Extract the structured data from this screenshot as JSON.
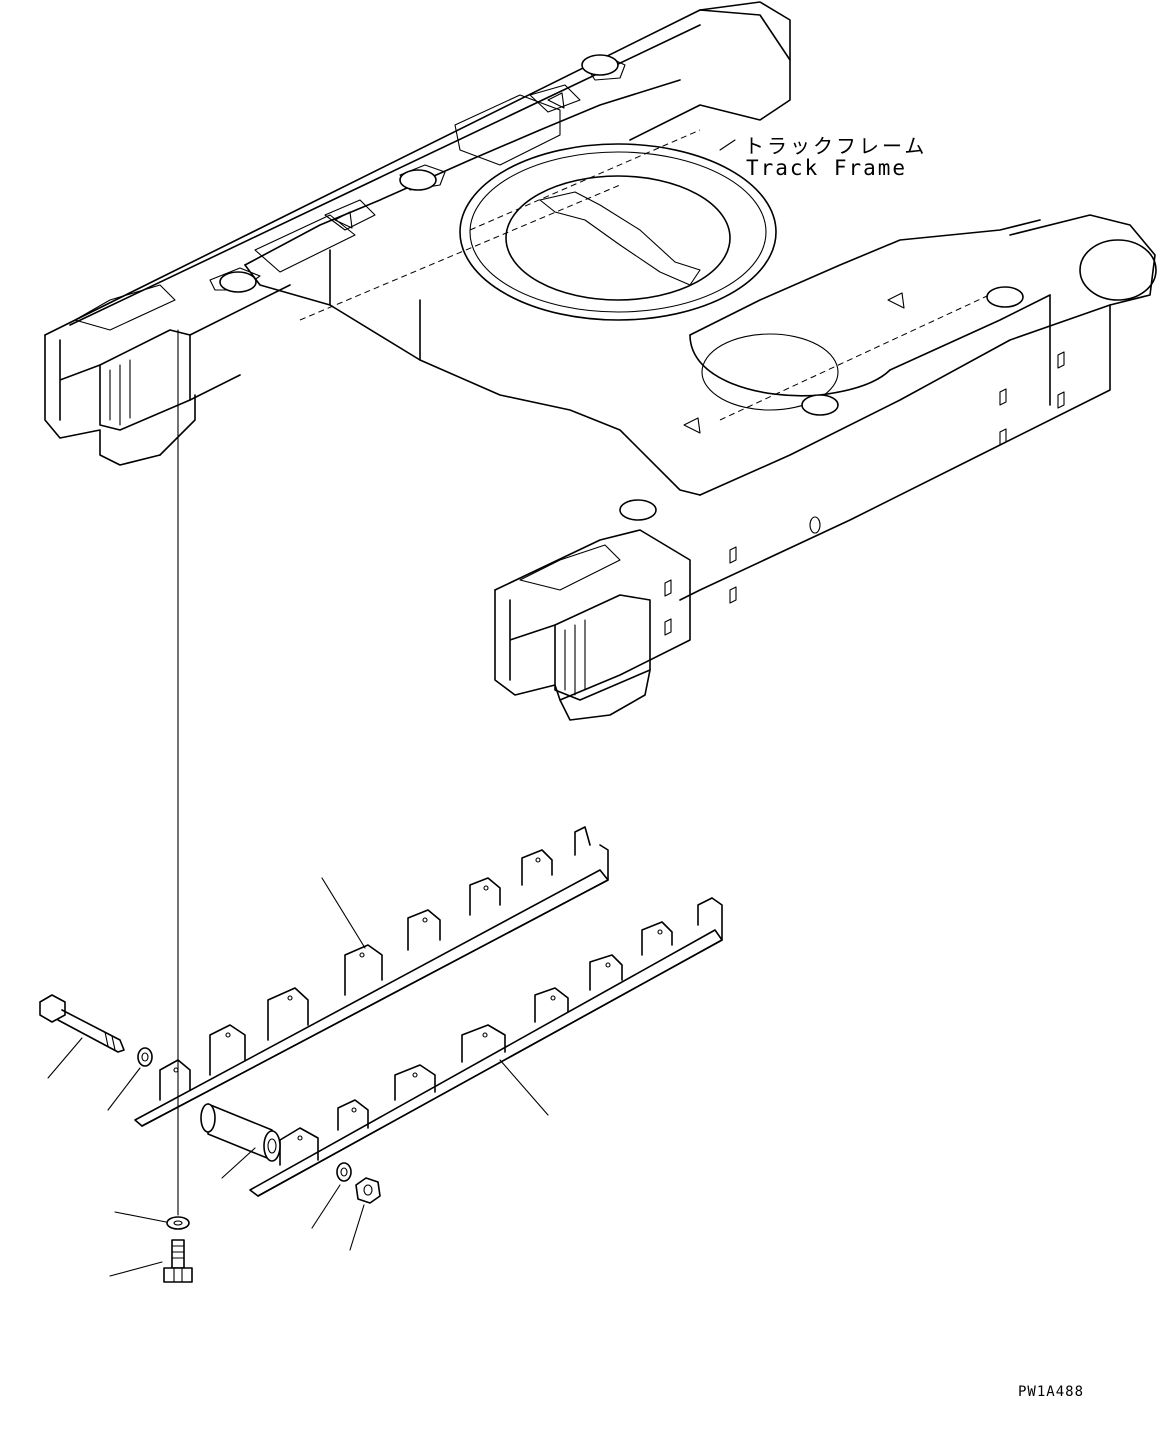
{
  "labels": {
    "track_frame_jp": "トラックフレーム",
    "track_frame_en": "Track Frame"
  },
  "drawing_code": "PW1A488"
}
